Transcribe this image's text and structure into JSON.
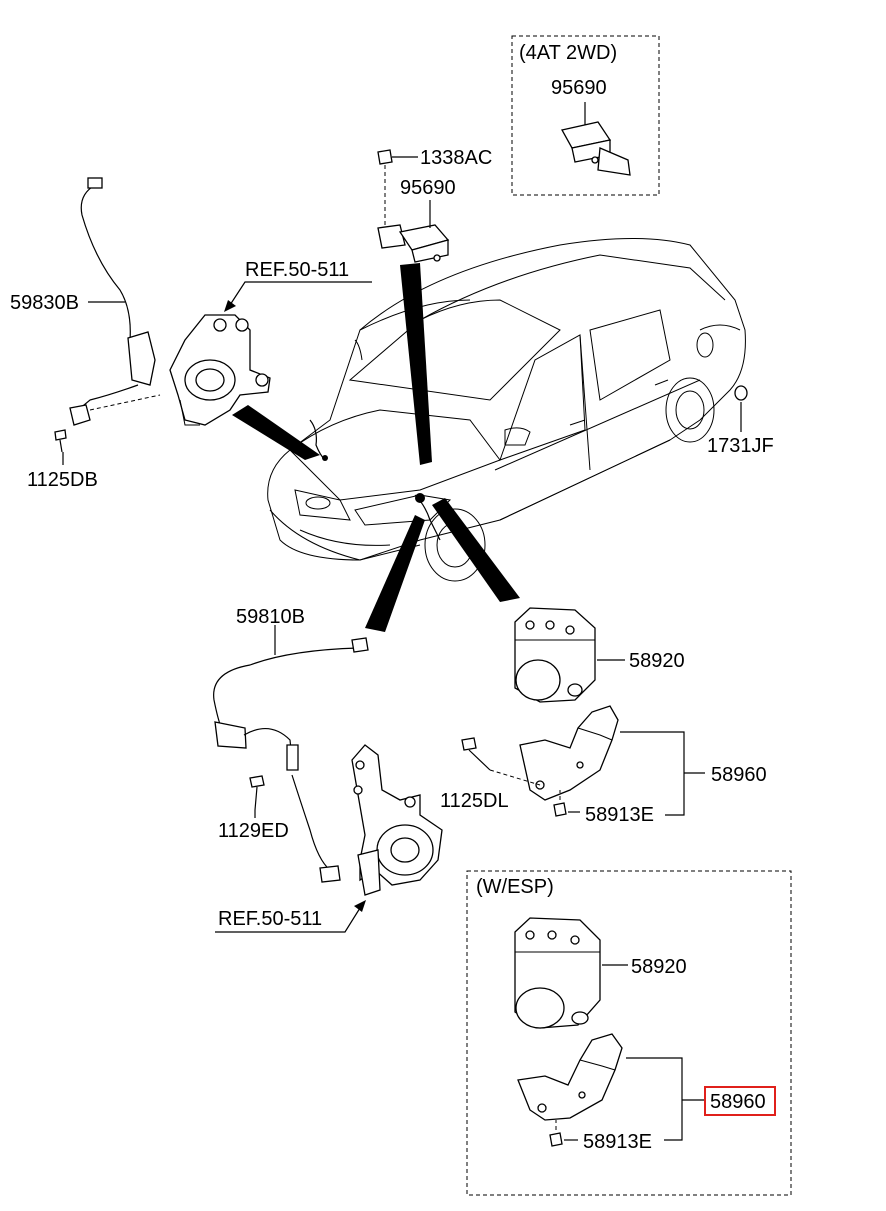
{
  "labels": {
    "variant_4at": "(4AT 2WD)",
    "variant_esp": "(W/ESP)",
    "p95690_a": "95690",
    "p95690_b": "95690",
    "p1338ac": "1338AC",
    "ref_top": "REF.50-511",
    "ref_bottom": "REF.50-511",
    "p59830b": "59830B",
    "p1125db": "1125DB",
    "p1731jf": "1731JF",
    "p59810b": "59810B",
    "p58920_a": "58920",
    "p1125dl": "1125DL",
    "p58960_a": "58960",
    "p58913e_a": "58913E",
    "p1129ed": "1129ED",
    "p58920_b": "58920",
    "p58960_b": "58960",
    "p58913e_b": "58913E"
  },
  "highlight": {
    "part": "58960",
    "color": "#e0201b"
  }
}
